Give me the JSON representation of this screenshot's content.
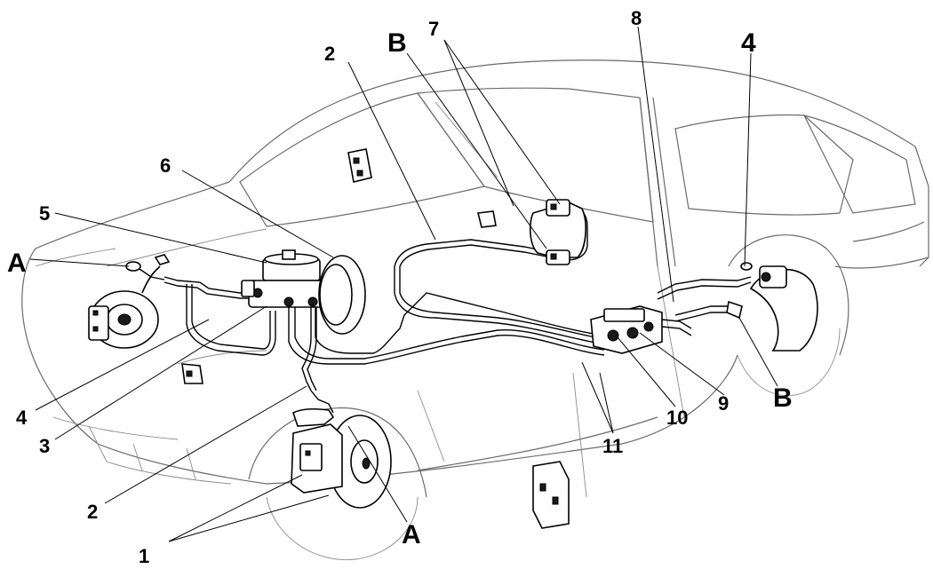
{
  "callouts": {
    "c1": "1",
    "c2_bottom": "2",
    "c2_top": "2",
    "c3": "3",
    "c4_left": "4",
    "c4_right": "4",
    "c5": "5",
    "c6": "6",
    "c7": "7",
    "c8": "8",
    "c9": "9",
    "c10": "10",
    "c11": "11",
    "A_left": "A",
    "A_bottom": "A",
    "B_top": "B",
    "B_right": "B"
  }
}
